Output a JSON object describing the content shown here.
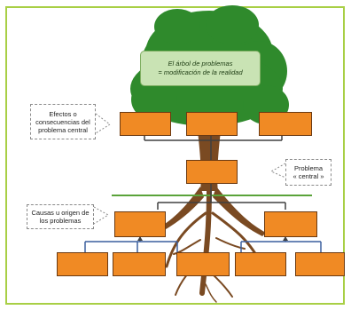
{
  "banner": {
    "line1": "El árbol de problemas",
    "line2": "= modificación de la realidad"
  },
  "callouts": {
    "effects": [
      "Efectos o",
      "consecuencias del",
      "problema central"
    ],
    "central": [
      "Problema",
      "« central »"
    ],
    "causes": [
      "Causas u origen de",
      "los problemas"
    ]
  },
  "colors": {
    "frame": "#a8cf45",
    "canopy": "#2f8a2c",
    "trunk": "#7a4a22",
    "box_fill": "#f08a24",
    "box_border": "#6b3a12",
    "divider": "#5aa33a",
    "connector_upper": "#3a5f9e",
    "connector_lower": "#404040"
  }
}
